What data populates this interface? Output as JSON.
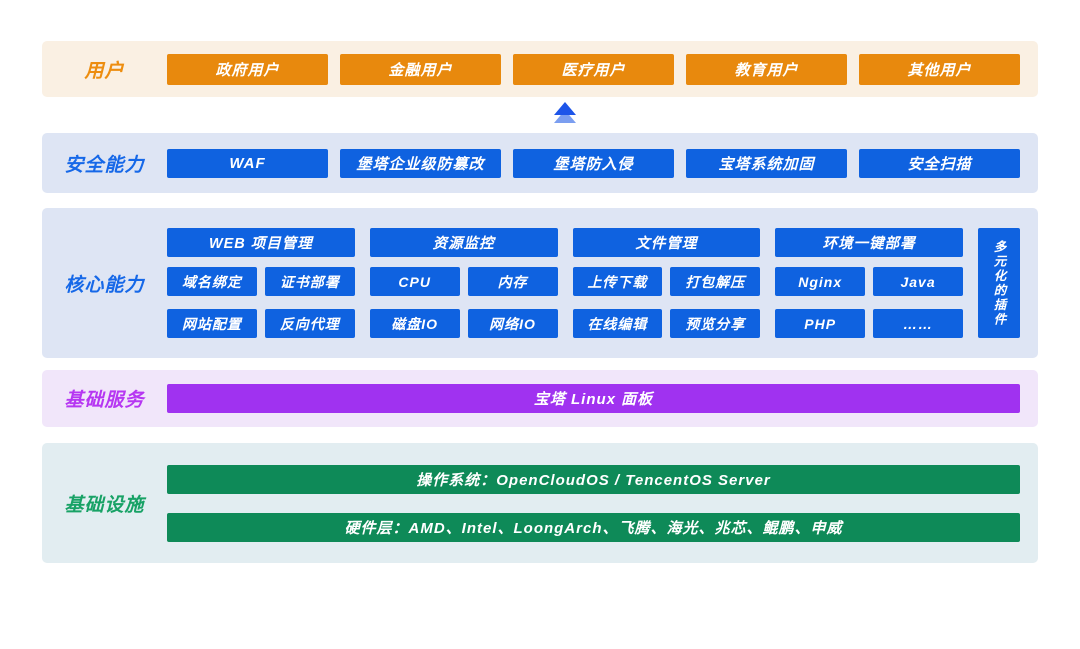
{
  "layers": [
    {
      "id": "users",
      "label": "用户",
      "items": [
        "政府用户",
        "金融用户",
        "医疗用户",
        "教育用户",
        "其他用户"
      ]
    },
    {
      "id": "security",
      "label": "安全能力",
      "items": [
        "WAF",
        "堡塔企业级防篡改",
        "堡塔防入侵",
        "宝塔系统加固",
        "安全扫描"
      ]
    },
    {
      "id": "core",
      "label": "核心能力",
      "groups": [
        {
          "header": "WEB 项目管理",
          "items": [
            "域名绑定",
            "证书部署",
            "网站配置",
            "反向代理"
          ]
        },
        {
          "header": "资源监控",
          "items": [
            "CPU",
            "内存",
            "磁盘IO",
            "网络IO"
          ]
        },
        {
          "header": "文件管理",
          "items": [
            "上传下载",
            "打包解压",
            "在线编辑",
            "预览分享"
          ]
        },
        {
          "header": "环境一键部署",
          "items": [
            "Nginx",
            "Java",
            "PHP",
            "……"
          ]
        }
      ],
      "side_item": "多元化的插件"
    },
    {
      "id": "base-services",
      "label": "基础服务",
      "items": [
        "宝塔 Linux 面板"
      ]
    },
    {
      "id": "infrastructure",
      "label": "基础设施",
      "items": [
        "操作系统：OpenCloudOS / TencentOS Server",
        "硬件层：AMD、Intel、LoongArch、飞腾、海光、兆芯、鲲鹏、申威"
      ]
    }
  ],
  "colors": {
    "users_accent": "#E8890D",
    "users_bg": "#FAF0E3",
    "users_label": "#ED8D0F",
    "blue_accent": "#0F62E0",
    "blue_label": "#1668E8",
    "blue_bg": "#DEE5F4",
    "purple_accent": "#A032F0",
    "purple_label": "#B637F2",
    "purple_bg": "#F1E6FA",
    "green_accent": "#0E8A58",
    "green_label": "#18A266",
    "green_bg": "#E2EDF1",
    "arrow_dark": "#1D55E9",
    "arrow_light": "#7B9EF0",
    "box_text": "#FFFFFF"
  }
}
